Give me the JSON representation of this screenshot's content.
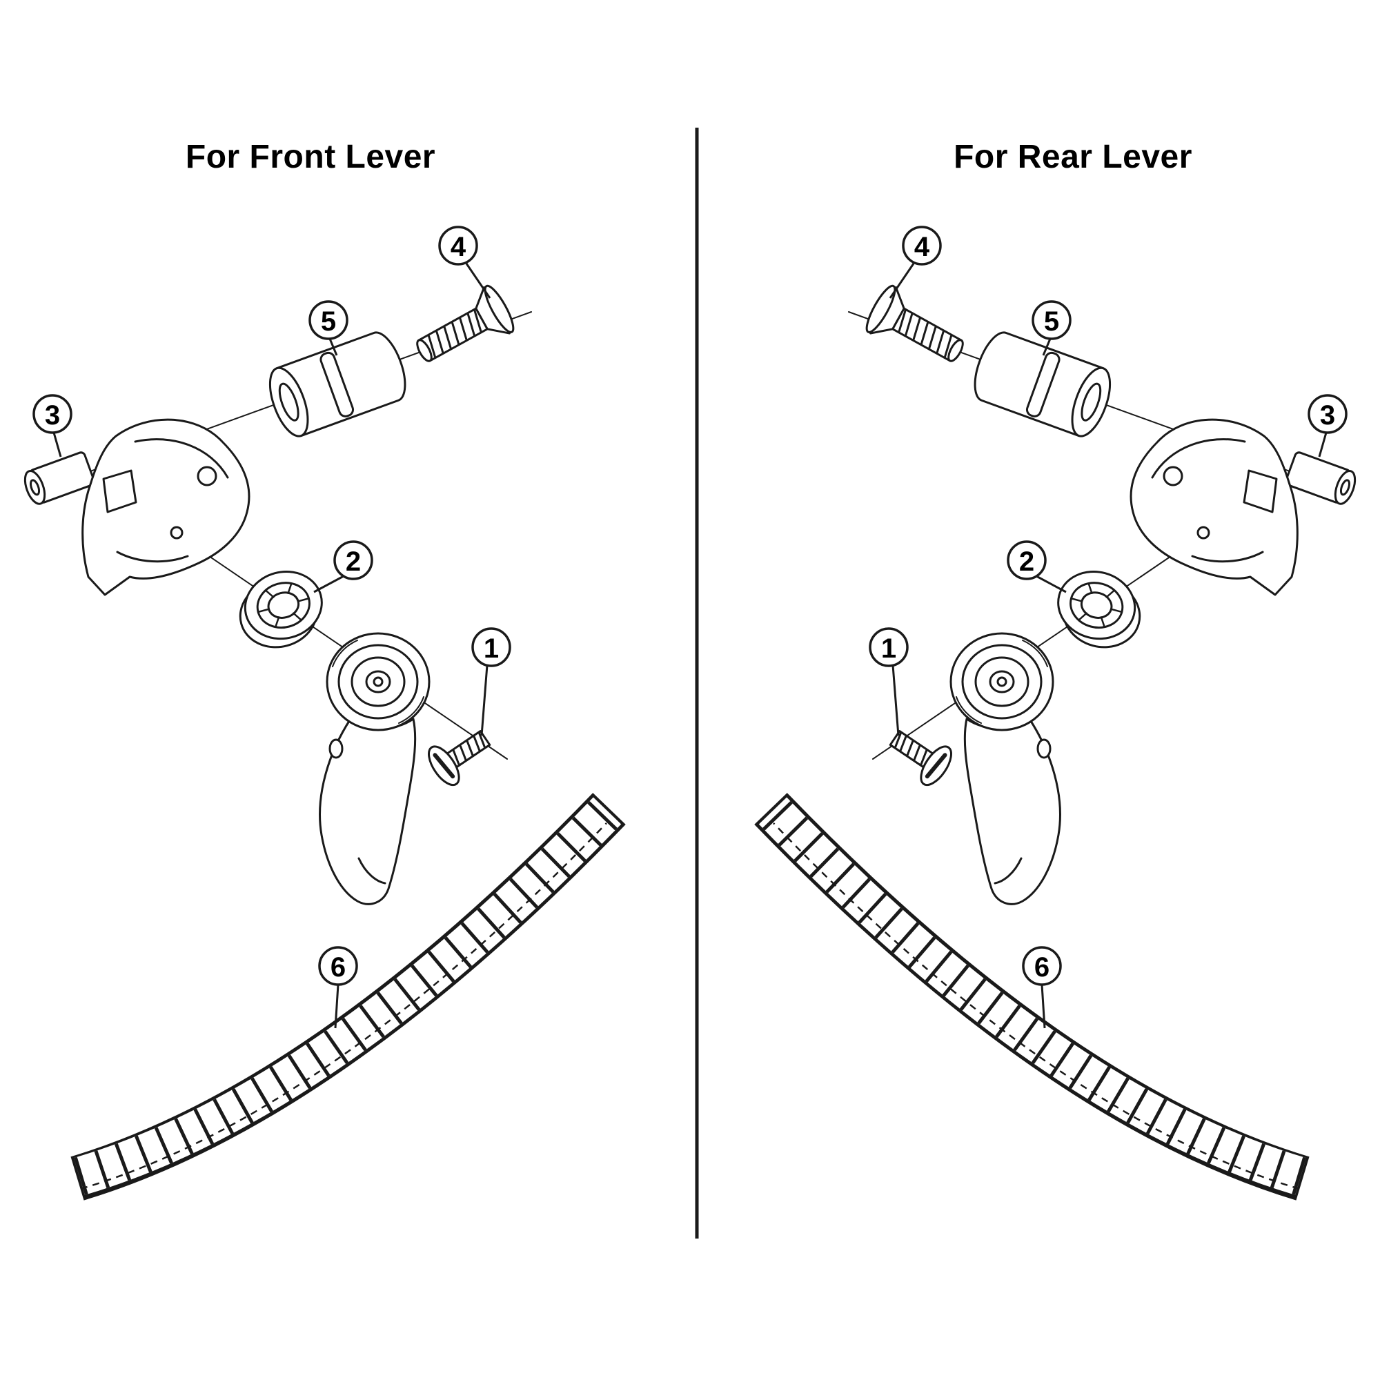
{
  "diagram": {
    "left": {
      "title": "For Front Lever",
      "callouts": [
        {
          "label": "1"
        },
        {
          "label": "2"
        },
        {
          "label": "3"
        },
        {
          "label": "4"
        },
        {
          "label": "5"
        },
        {
          "label": "6"
        }
      ]
    },
    "right": {
      "title": "For Rear Lever",
      "callouts": [
        {
          "label": "1"
        },
        {
          "label": "2"
        },
        {
          "label": "3"
        },
        {
          "label": "4"
        },
        {
          "label": "5"
        },
        {
          "label": "6"
        }
      ]
    },
    "colors": {
      "line": "#1a1a1a",
      "background": "#ffffff"
    }
  }
}
